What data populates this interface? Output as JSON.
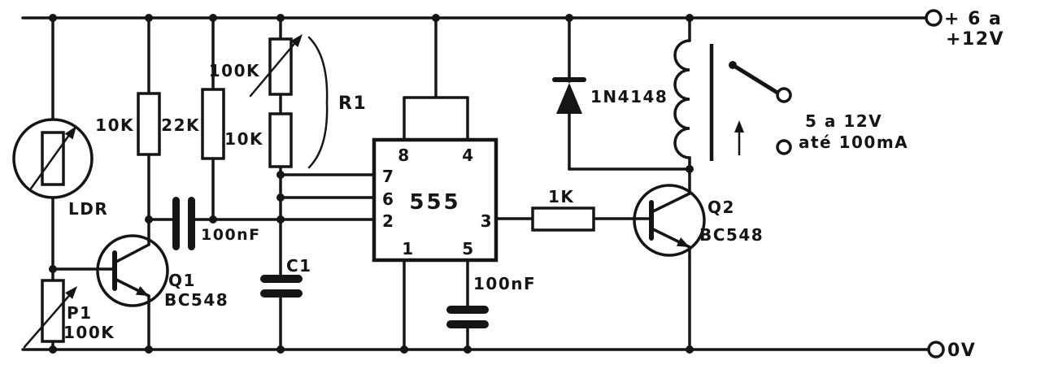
{
  "diagram": {
    "type": "circuit-schematic",
    "description": "555 timer light-controlled relay driver schematic",
    "ink_color": "#151515",
    "paper_color": "#ffffff",
    "components": {
      "ldr": {
        "label": "LDR"
      },
      "p1": {
        "name": "P1",
        "value": "100K"
      },
      "r10k_input": {
        "value": "10K"
      },
      "r22k": {
        "value": "22K"
      },
      "r1": {
        "name": "R1",
        "pot_value": "100K",
        "fixed_value": "10K"
      },
      "coupling_cap": {
        "value": "100nF"
      },
      "q1": {
        "name": "Q1",
        "part": "BC548"
      },
      "c1": {
        "name": "C1"
      },
      "ic": {
        "part": "555",
        "pins": {
          "p8": "8",
          "p4": "4",
          "p7": "7",
          "p6": "6",
          "p2": "2",
          "p3": "3",
          "p1": "1",
          "p5": "5"
        }
      },
      "pin5_cap": {
        "value": "100nF"
      },
      "r1k": {
        "value": "1K"
      },
      "diode": {
        "part": "1N4148"
      },
      "q2": {
        "name": "Q2",
        "part": "BC548"
      },
      "relay_contacts": {
        "rating_line1": "5 a 12V",
        "rating_line2": "até 100mA"
      },
      "supply": {
        "line1": "+ 6 a",
        "line2": "+12V"
      },
      "ground": {
        "label": "0V"
      }
    }
  }
}
